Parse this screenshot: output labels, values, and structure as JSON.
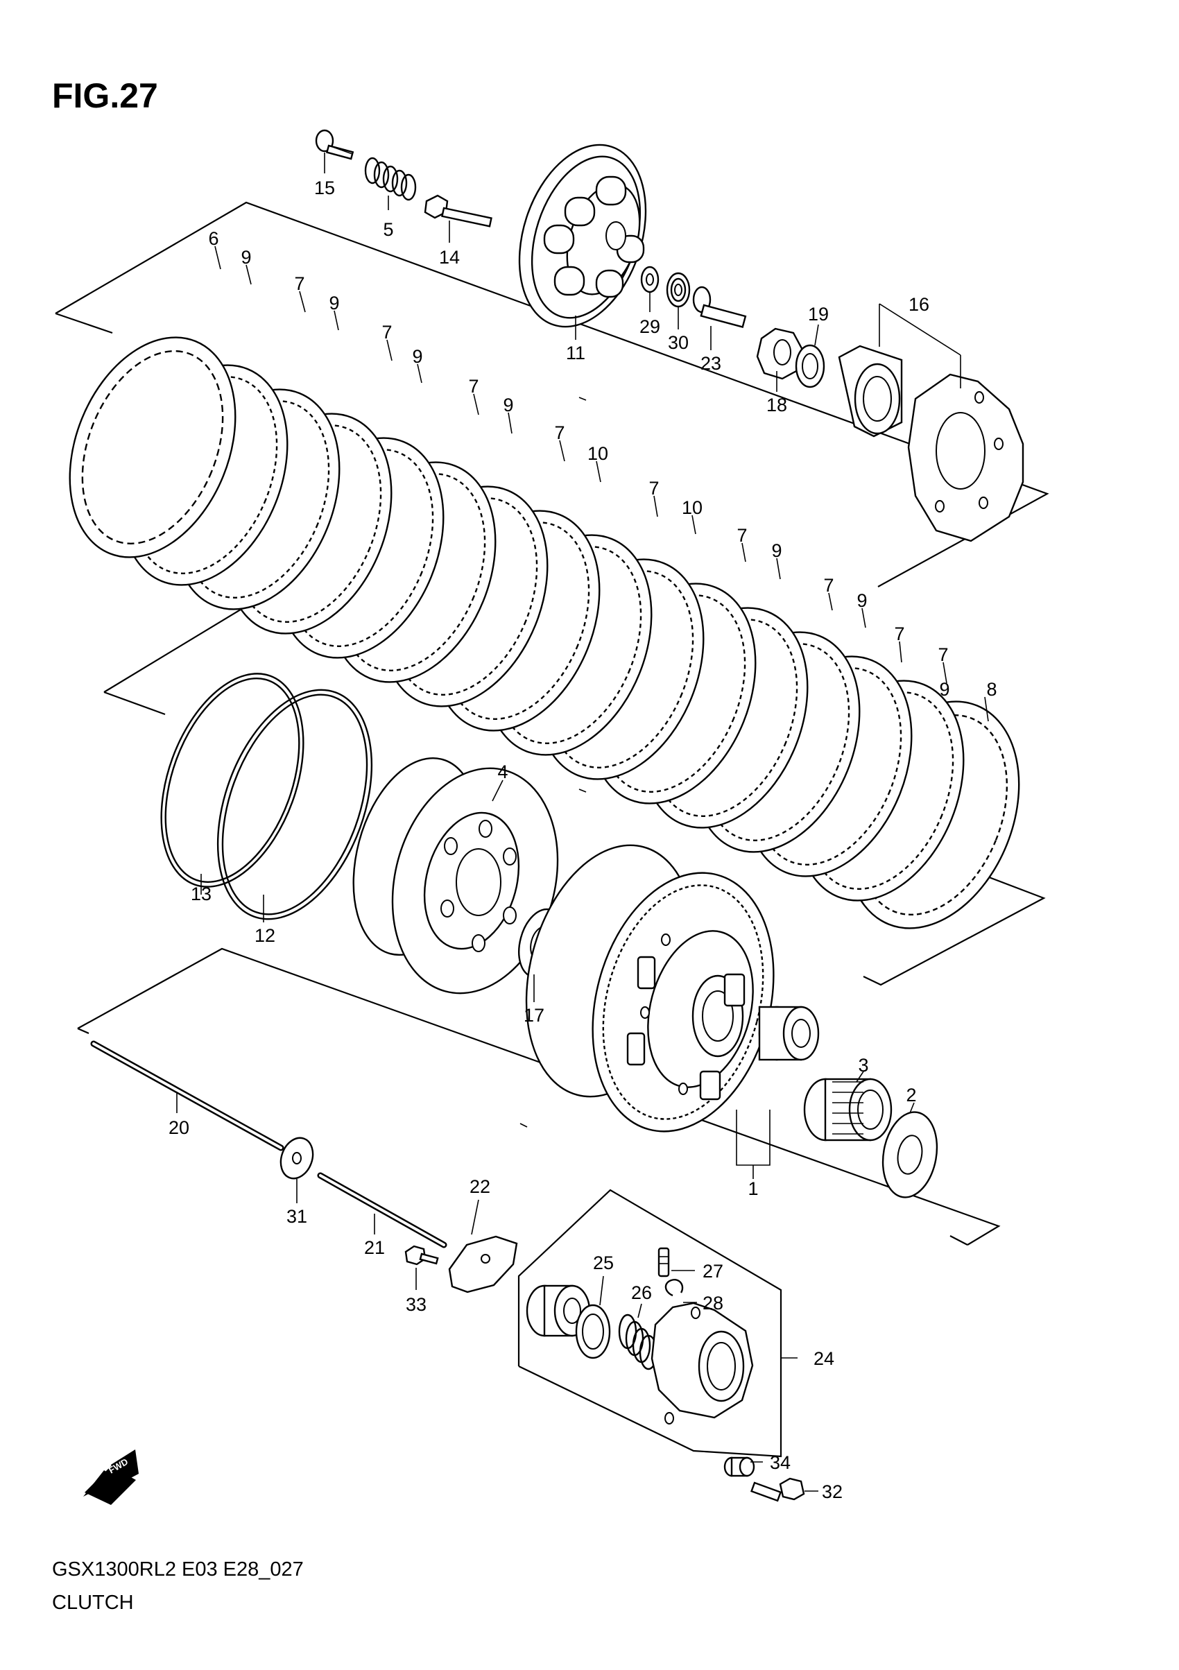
{
  "figure": {
    "title": "FIG.27",
    "model_code": "GSX1300RL2 E03 E28_027",
    "caption": "CLUTCH",
    "fwd_label": "FWD"
  },
  "callouts": [
    {
      "id": "c1",
      "label": "1"
    },
    {
      "id": "c2",
      "label": "2"
    },
    {
      "id": "c3",
      "label": "3"
    },
    {
      "id": "c4",
      "label": "4"
    },
    {
      "id": "c5",
      "label": "5"
    },
    {
      "id": "c6",
      "label": "6"
    },
    {
      "id": "c7a",
      "label": "7"
    },
    {
      "id": "c7b",
      "label": "7"
    },
    {
      "id": "c7c",
      "label": "7"
    },
    {
      "id": "c7d",
      "label": "7"
    },
    {
      "id": "c7e",
      "label": "7"
    },
    {
      "id": "c7f",
      "label": "7"
    },
    {
      "id": "c7g",
      "label": "7"
    },
    {
      "id": "c7h",
      "label": "7"
    },
    {
      "id": "c7i",
      "label": "7"
    },
    {
      "id": "c8",
      "label": "8"
    },
    {
      "id": "c9a",
      "label": "9"
    },
    {
      "id": "c9b",
      "label": "9"
    },
    {
      "id": "c9c",
      "label": "9"
    },
    {
      "id": "c9d",
      "label": "9"
    },
    {
      "id": "c9e",
      "label": "9"
    },
    {
      "id": "c9f",
      "label": "9"
    },
    {
      "id": "c9g",
      "label": "9"
    },
    {
      "id": "c10a",
      "label": "10"
    },
    {
      "id": "c10b",
      "label": "10"
    },
    {
      "id": "c11",
      "label": "11"
    },
    {
      "id": "c12",
      "label": "12"
    },
    {
      "id": "c13",
      "label": "13"
    },
    {
      "id": "c14",
      "label": "14"
    },
    {
      "id": "c15",
      "label": "15"
    },
    {
      "id": "c16",
      "label": "16"
    },
    {
      "id": "c17",
      "label": "17"
    },
    {
      "id": "c18",
      "label": "18"
    },
    {
      "id": "c19",
      "label": "19"
    },
    {
      "id": "c20",
      "label": "20"
    },
    {
      "id": "c21",
      "label": "21"
    },
    {
      "id": "c22",
      "label": "22"
    },
    {
      "id": "c23",
      "label": "23"
    },
    {
      "id": "c24",
      "label": "24"
    },
    {
      "id": "c25",
      "label": "25"
    },
    {
      "id": "c26",
      "label": "26"
    },
    {
      "id": "c27",
      "label": "27"
    },
    {
      "id": "c28",
      "label": "28"
    },
    {
      "id": "c29",
      "label": "29"
    },
    {
      "id": "c30",
      "label": "30"
    },
    {
      "id": "c31",
      "label": "31"
    },
    {
      "id": "c32",
      "label": "32"
    },
    {
      "id": "c33",
      "label": "33"
    },
    {
      "id": "c34",
      "label": "34"
    }
  ]
}
